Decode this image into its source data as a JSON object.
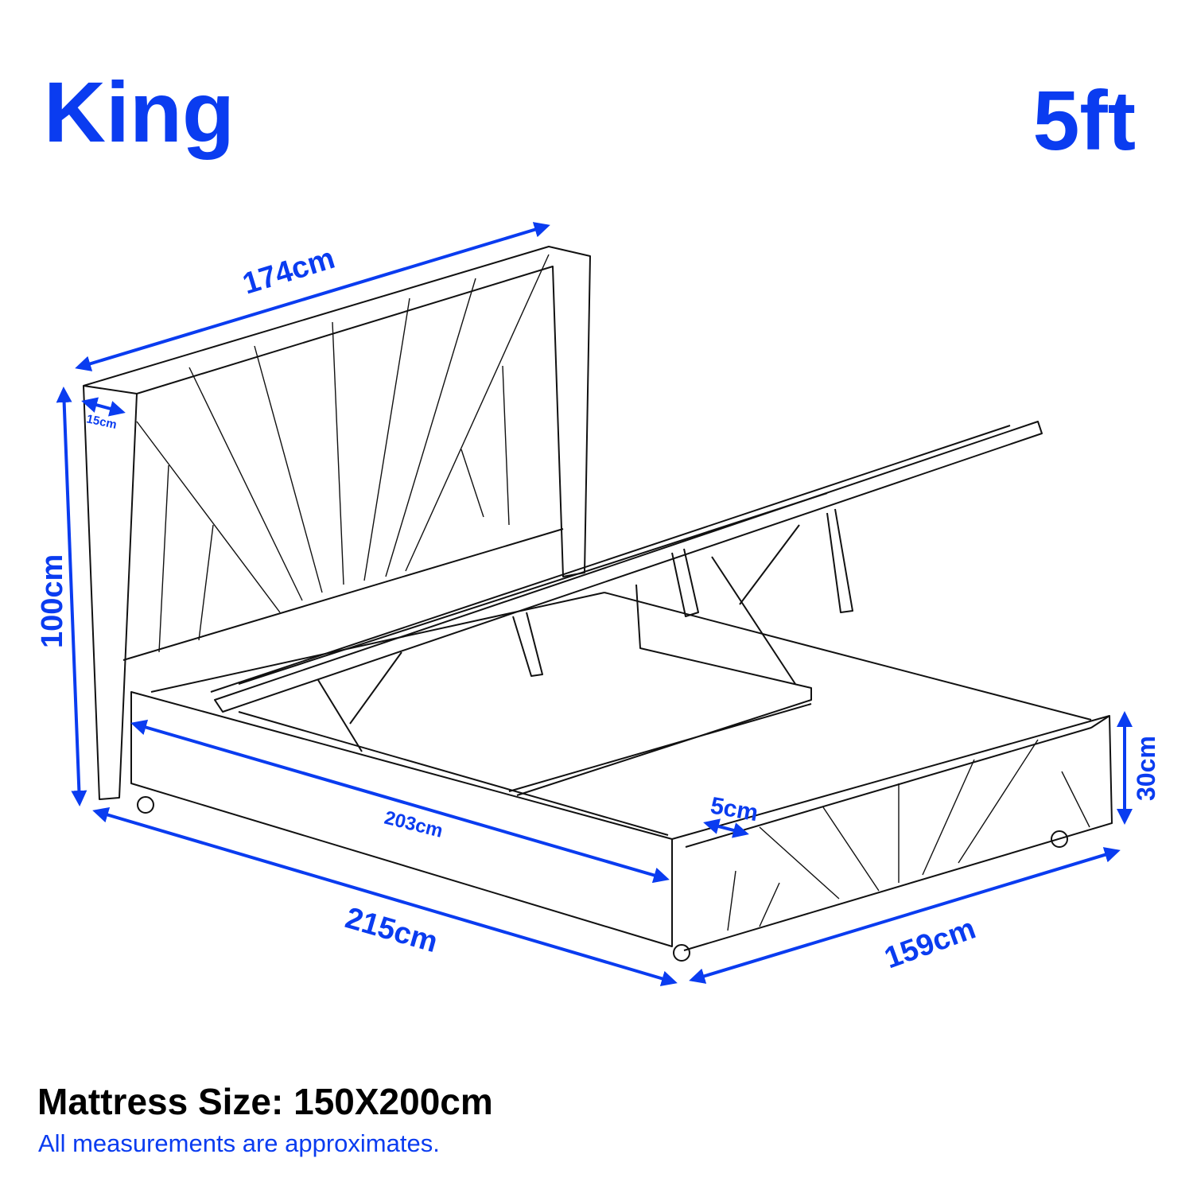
{
  "header": {
    "size_name": "King",
    "size_feet": "5ft"
  },
  "dimensions": {
    "headboard_width": "174cm",
    "headboard_height": "100cm",
    "wing_depth": "15cm",
    "inner_length": "203cm",
    "overall_length": "215cm",
    "frame_thickness": "5cm",
    "overall_width": "159cm",
    "frame_height": "30cm"
  },
  "footer": {
    "mattress_size": "Mattress Size: 150X200cm",
    "note": "All measurements are approximates."
  },
  "colors": {
    "accent": "#0a3cf0",
    "line": "#111111"
  }
}
